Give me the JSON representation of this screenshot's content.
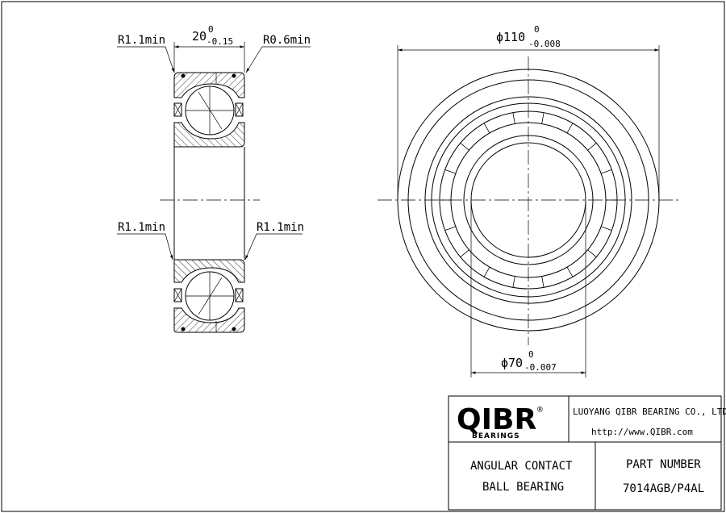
{
  "dimensions": {
    "width_nominal": "20",
    "width_upper": "0",
    "width_lower": "-0.15",
    "outer_nominal": "ϕ110",
    "outer_upper": "0",
    "outer_lower": "-0.008",
    "bore_nominal": "ϕ70",
    "bore_upper": "0",
    "bore_lower": "-0.007"
  },
  "radius_notes": {
    "top_left": "R1.1min",
    "top_right": "R0.6min",
    "middle_left": "R1.1min",
    "middle_right": "R1.1min"
  },
  "title_block": {
    "logo_text": "QIBR",
    "logo_registered": "®",
    "logo_subtext": "BEARINGS",
    "company": "LUOYANG QIBR BEARING CO., LTD",
    "website": "http://www.QIBR.com",
    "description_line1": "ANGULAR CONTACT",
    "description_line2": "BALL BEARING",
    "part_number_label": "PART  NUMBER",
    "part_number": "7014AGB/P4AL"
  }
}
